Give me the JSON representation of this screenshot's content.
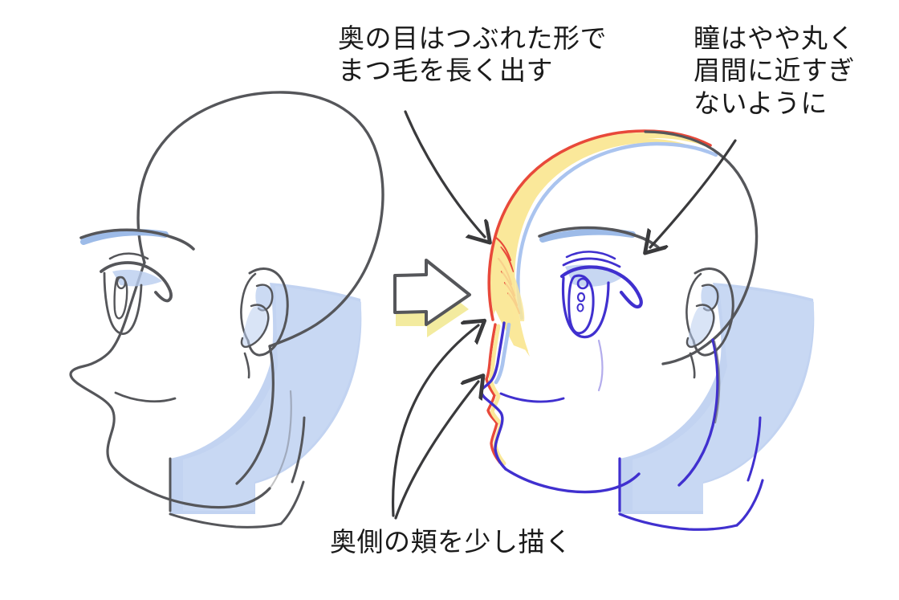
{
  "figure": {
    "title_visible": false,
    "background_color": "#ffffff",
    "type": "instructional-drawing-diagram",
    "subject": "anime head profile — three-quarter / profile view drawing guide"
  },
  "annotations": {
    "eye_note": {
      "name": "back-eye-note",
      "lines": [
        "奥の目はつぶれた形で",
        "まつ毛を長く出す"
      ],
      "text": "奥の目はつぶれた形で\nまつ毛を長く出す",
      "color": "#1a1a1a",
      "points_to": "forehead-brow-area-of-right-figure"
    },
    "pupil_note": {
      "name": "pupil-placement-note",
      "lines": [
        "瞳はやや丸く",
        "眉間に近すぎ",
        "ないように"
      ],
      "text": "瞳はやや丸く\n眉間に近すぎ\nないように",
      "color": "#1a1a1a",
      "points_to": "eye-of-right-figure"
    },
    "cheek_note": {
      "name": "far-cheek-note",
      "lines": [
        "奥側の頬を少し描く"
      ],
      "text": "奥側の頬を少し描く",
      "color": "#1a1a1a",
      "points_to": "nose-and-jaw-of-right-figure"
    }
  },
  "figures": {
    "left": {
      "name": "before-head-profile",
      "label": "",
      "ink_color": "#55565a",
      "shade_color": "#b9cdef",
      "eyebrow_accent_color": "#9dbbe8"
    },
    "right": {
      "name": "after-head-profile",
      "label": "",
      "ink_color": "#4030cf",
      "ink_color_secondary": "#55565a",
      "shade_color": "#b9cdef",
      "overlay_outline_color": "#e8493a",
      "overlay_fill_color": "#fae89a",
      "overlay_inner_color": "#aac4ef"
    }
  },
  "transition_arrow": {
    "name": "transition-arrow",
    "outline_color": "#55565a",
    "highlight_color": "#f2ea9a",
    "direction": "right"
  },
  "colors": {
    "ink_gray": "#55565a",
    "ink_blue": "#4030cf",
    "shade_blue": "#b9cdef",
    "overlay_red": "#e8493a",
    "overlay_yellow": "#fae89a",
    "overlay_lightblue": "#aac4ef",
    "text_black": "#1a1a1a",
    "background": "#ffffff"
  }
}
